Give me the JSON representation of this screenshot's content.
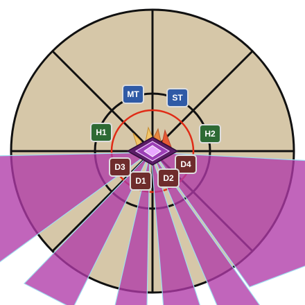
{
  "arena": {
    "floor_color": "#d6c7a8",
    "line_color": "#111111",
    "center_circle_color": "#e02b16",
    "aoe_color": "#b03aa8"
  },
  "boss": {
    "icon": "boss-crown-icon",
    "center_icon": "purple-diamond-icon",
    "color": "#8a2f99"
  },
  "markers": {
    "tank": [
      {
        "id": "mt",
        "label": "MT"
      },
      {
        "id": "st",
        "label": "ST"
      }
    ],
    "healer": [
      {
        "id": "h1",
        "label": "H1"
      },
      {
        "id": "h2",
        "label": "H2"
      }
    ],
    "dps": [
      {
        "id": "d3",
        "label": "D3"
      },
      {
        "id": "d4",
        "label": "D4"
      },
      {
        "id": "d1",
        "label": "D1"
      },
      {
        "id": "d2",
        "label": "D2"
      }
    ]
  },
  "role_colors": {
    "tank": "#2f5aa6",
    "healer": "#2d6a34",
    "dps": "#6e2c2c",
    "border": "#dedede"
  }
}
